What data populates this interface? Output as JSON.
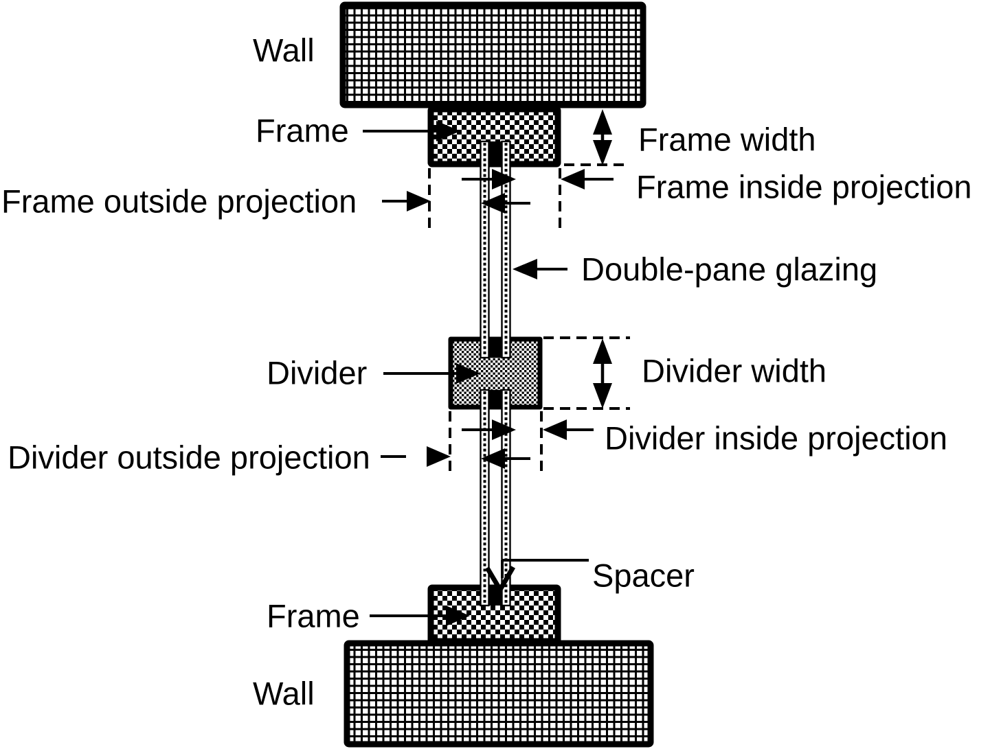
{
  "diagram": {
    "kind": "window-frame-cross-section",
    "colors": {
      "ink": "#000000",
      "paper": "#ffffff"
    }
  },
  "labels": {
    "wall_top": "Wall",
    "frame_top": "Frame",
    "frame_width": "Frame width",
    "frame_inside_projection": "Frame inside projection",
    "frame_outside_projection": "Frame outside projection",
    "double_pane_glazing": "Double-pane glazing",
    "divider": "Divider",
    "divider_width": "Divider width",
    "divider_inside_projection": "Divider inside projection",
    "divider_outside_projection": "Divider outside projection",
    "spacer": "Spacer",
    "frame_bottom": "Frame",
    "wall_bottom": "Wall"
  }
}
